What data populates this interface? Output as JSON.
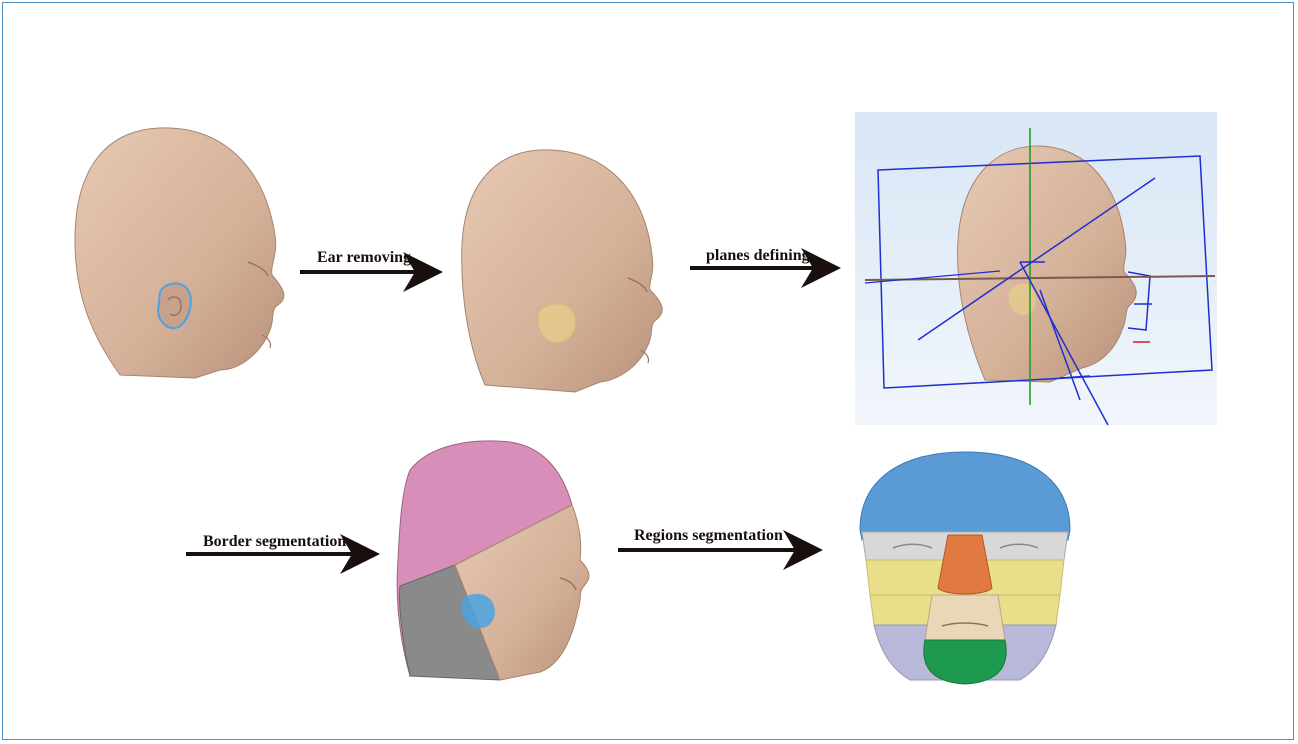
{
  "steps": {
    "ear_removing": "Ear removing",
    "planes_defining": "planes defining",
    "border_segmentation": "Border segmentation",
    "regions_segmentation": "Regions segmentation"
  },
  "colors": {
    "skin": "#d9b8a0",
    "skin_shade": "#b89480",
    "frame": "#4a90c8",
    "arrow": "#1a0f0f",
    "plane_blue": "#1f2fd0",
    "plane_green": "#1a9a1a",
    "scalp_pink": "#d78fba",
    "neck_gray": "#8a8a8a",
    "ear_blue": "#4aa3e0",
    "ear_yellow": "#e6cf8a",
    "region_blue": "#5a9bd6",
    "region_yellow": "#e9df8a",
    "region_orange": "#e07a40",
    "region_green": "#1e9a50",
    "region_lavender": "#b8b8d8",
    "panel_bg": "#e4eef8"
  }
}
